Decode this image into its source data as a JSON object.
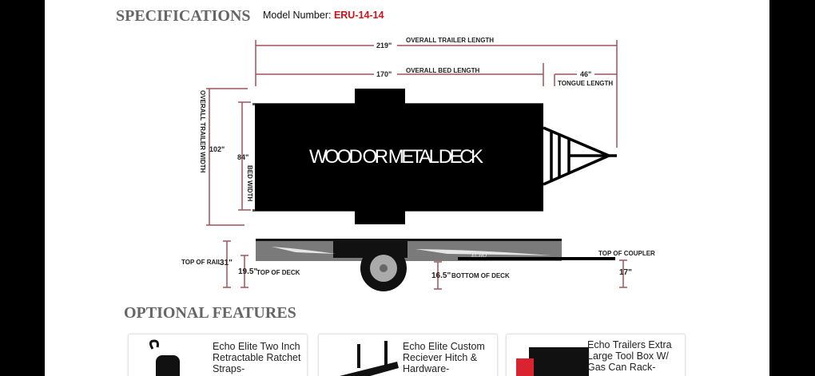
{
  "specifications": {
    "title": "SPECIFICATIONS",
    "model_label": "Model Number:",
    "model_number": "ERU-14-14"
  },
  "diagram": {
    "overall_length": {
      "value": "219\"",
      "label": "OVERALL TRAILER LENGTH"
    },
    "bed_length": {
      "value": "170\"",
      "label": "OVERALL BED LENGTH"
    },
    "tongue_length": {
      "value": "46\"",
      "label": "TONGUE LENGTH"
    },
    "overall_width": {
      "value": "102\"",
      "label": "OVERALL TRAILER WIDTH"
    },
    "bed_width": {
      "value": "84\"",
      "label": "BED WIDTH"
    },
    "deck_label": "WOOD OR METAL DECK",
    "top_of_rail": {
      "value": "31\"",
      "label": "TOP OF RAIL"
    },
    "top_of_deck": {
      "value": "19.5\"",
      "label": "TOP OF DECK"
    },
    "bottom_of_deck": {
      "value": "16.5\"",
      "label": "BOTTOM OF DECK"
    },
    "top_of_coupler": {
      "value": "17\"",
      "label": "TOP OF COUPLER"
    },
    "brand_decal": "ECHO"
  },
  "optional_features": {
    "title": "OPTIONAL FEATURES",
    "items": [
      {
        "title": "Echo Elite Two Inch Retractable Ratchet Straps-"
      },
      {
        "title": "Echo Elite Custom Reciever Hitch & Hardware-"
      },
      {
        "title": "Echo Trailers Extra Large Tool Box W/ Gas Can Rack-"
      }
    ]
  },
  "colors": {
    "accent": "#d0111b",
    "heading": "#666666",
    "dimension_line": "#a0525a"
  }
}
